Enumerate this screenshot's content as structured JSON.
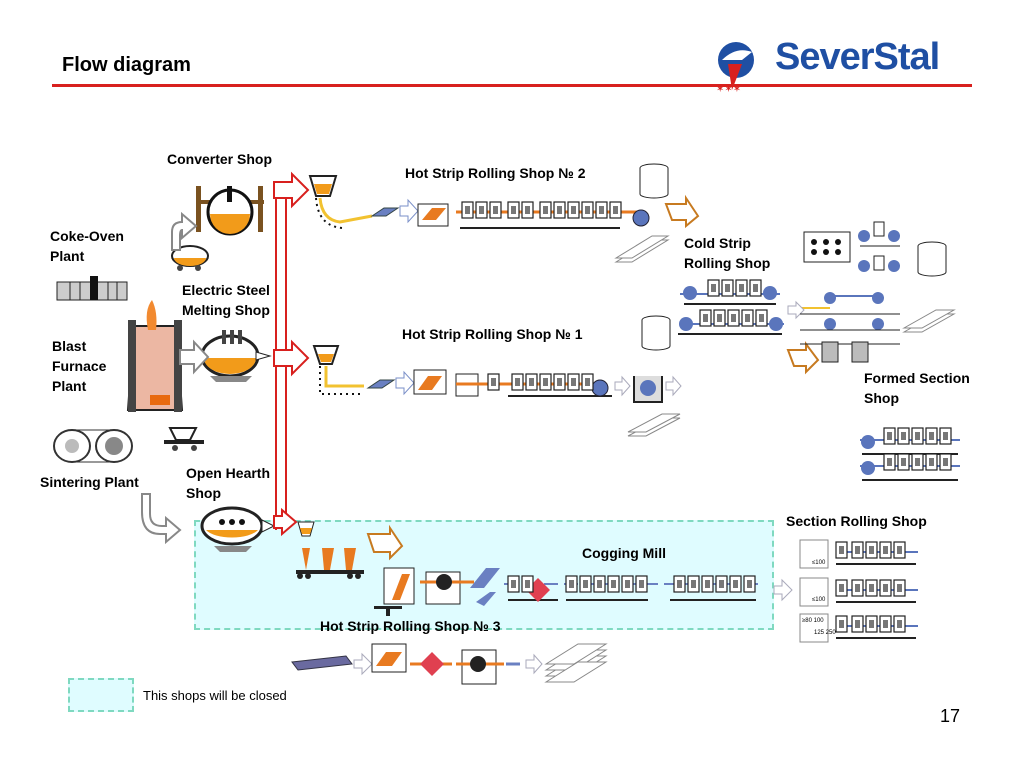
{
  "title": "Flow diagram",
  "logo": {
    "brand": "SeverStal",
    "color": "#1f4fa3",
    "accent": "#d8201e"
  },
  "page_number": "17",
  "legend": {
    "text": "This shops will be closed",
    "fill": "#dffcff",
    "border": "#7fd9c0"
  },
  "labels": {
    "converter": "Converter Shop",
    "hsr2": "Hot Strip Rolling Shop № 2",
    "coke_line1": "Coke-Oven",
    "coke_line2": "Plant",
    "cold_line1": "Cold Strip",
    "cold_line2": "Rolling Shop",
    "electric_line1": "Electric Steel",
    "electric_line2": "Melting Shop",
    "hsr1": "Hot Strip Rolling Shop № 1",
    "blast_line1": "Blast",
    "blast_line2": "Furnace",
    "blast_line3": "Plant",
    "formed_line1": "Formed Section",
    "formed_line2": "Shop",
    "sintering": "Sintering Plant",
    "openhearth_line1": "Open Hearth",
    "openhearth_line2": "Shop",
    "section": "Section Rolling Shop",
    "cogging": "Cogging Mill",
    "hsr3": "Hot Strip Rolling Shop № 3"
  },
  "mill_labels": [
    "≤100",
    "≤100",
    "≥80 100",
    "125 250"
  ]
}
